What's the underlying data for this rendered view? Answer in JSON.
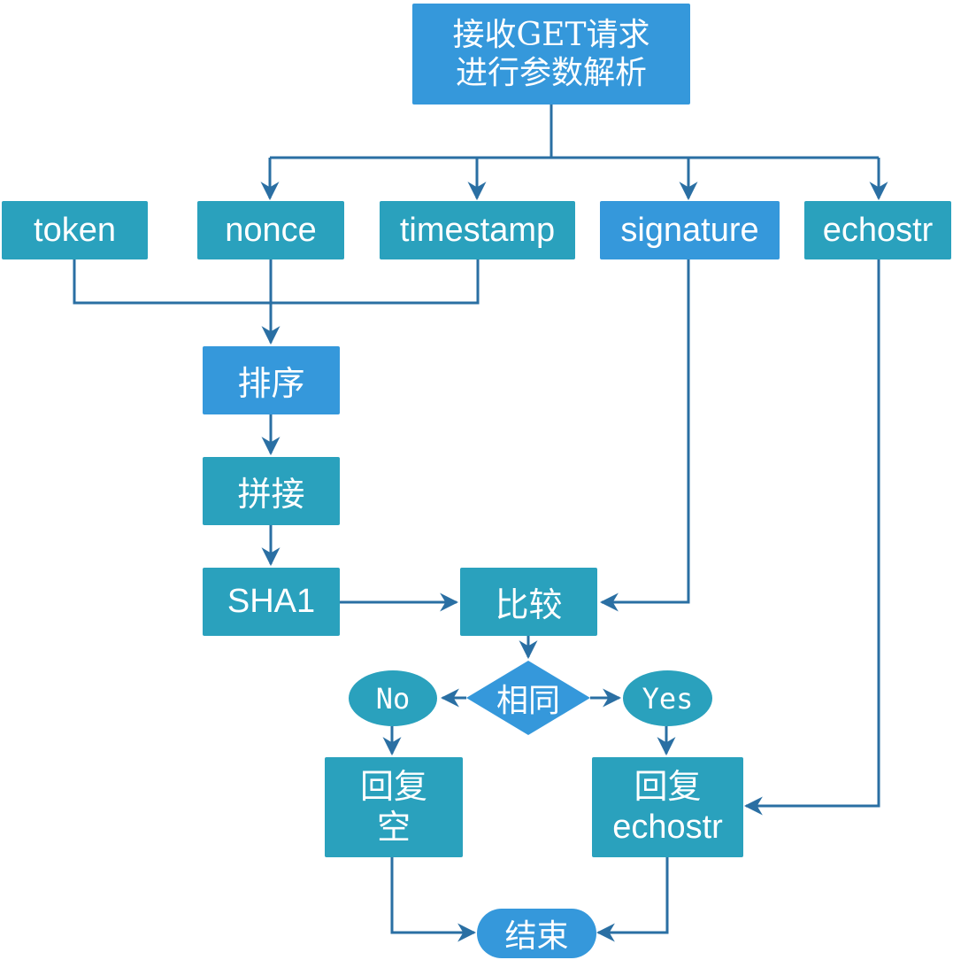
{
  "colors": {
    "teal": "#2aa1bd",
    "blue": "#3598db",
    "line": "#2a6fa3"
  },
  "nodes": {
    "start": {
      "line1": "接收GET请求",
      "line2": "进行参数解析"
    },
    "token": "token",
    "nonce": "nonce",
    "timestamp": "timestamp",
    "signature": "signature",
    "echostr": "echostr",
    "sort": "排序",
    "concat": "拼接",
    "sha1": "SHA1",
    "compare": "比较",
    "same": "相同",
    "no": "No",
    "yes": "Yes",
    "reply_empty": {
      "line1": "回复",
      "line2": "空"
    },
    "reply_echostr": {
      "line1": "回复",
      "line2": "echostr"
    },
    "end": "结束"
  }
}
